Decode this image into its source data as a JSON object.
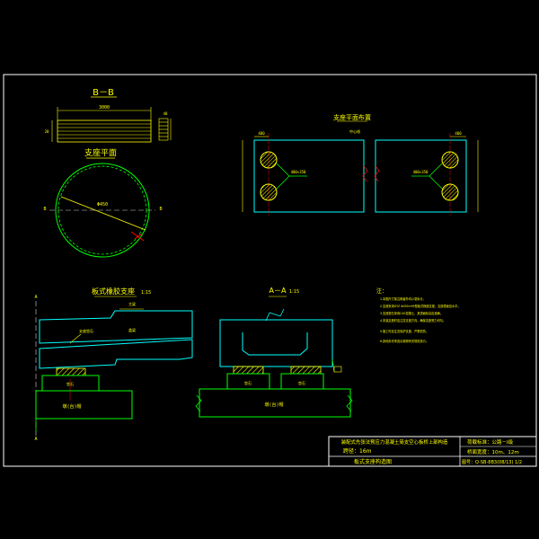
{
  "colors": {
    "background": "#000000",
    "frame": "#ffffff",
    "outline": "#00ffff",
    "linework": "#00ff00",
    "text": "#ffff00",
    "hatch": "#ffff00",
    "accent": "#ff0000",
    "leader": "#ffffff"
  },
  "views": {
    "section_bb": {
      "title": "B－B",
      "width_dim": "3000",
      "side_dims": [
        "20",
        "40"
      ]
    },
    "bearing_plan": {
      "title": "支座平面",
      "diameter_dim": "Φ450",
      "left_mark": "B",
      "right_mark": "B"
    },
    "bearing_layout": {
      "title": "支座平面布置",
      "centerline_text": "中心线",
      "left_dim": "400",
      "right_dim": "400",
      "mid_dim_left": "400×350",
      "mid_dim_right": "400×350"
    },
    "elevation": {
      "title": "板式橡胶支座",
      "scale": "1:15",
      "mark": "A",
      "label_beam": "主梁",
      "label_pad": "支座垫石",
      "label_cap": "盖梁",
      "label_cap_bottom": "墩(台)帽"
    },
    "section_aa": {
      "title": "A－A",
      "scale": "1:15",
      "label_cap": "墩(台)帽",
      "labels_bolt": [
        "垫石",
        "垫石"
      ]
    }
  },
  "notes": {
    "heading": "注：",
    "lines": [
      "1.本图尺寸除注明者外均以毫米计。",
      "2.支座采用GYZ Φ450×99型板式橡胶支座，支座表面应水平。",
      "3.支座垫石采用C40混凝土，其顶面标高应准确。",
      "4.安装支座时应注意支座方向，确保支座受力均匀。",
      "5.施工时应注意保护支座，严禁损伤。",
      "6.其他未尽事宜请参照有关规范执行。"
    ]
  },
  "title_block": {
    "project_title": "装配式先张法预应力混凝土简支空心板桥上部构造",
    "span_label": "跨径：16m",
    "drawing_name": "板式支座构造图",
    "design_load_label": "荷载标准：公路－I级",
    "deck_width_label": "桥面宽度：10m、12m",
    "drawing_no": "图号：Q-SB-8B3(08/13) 1/2"
  }
}
